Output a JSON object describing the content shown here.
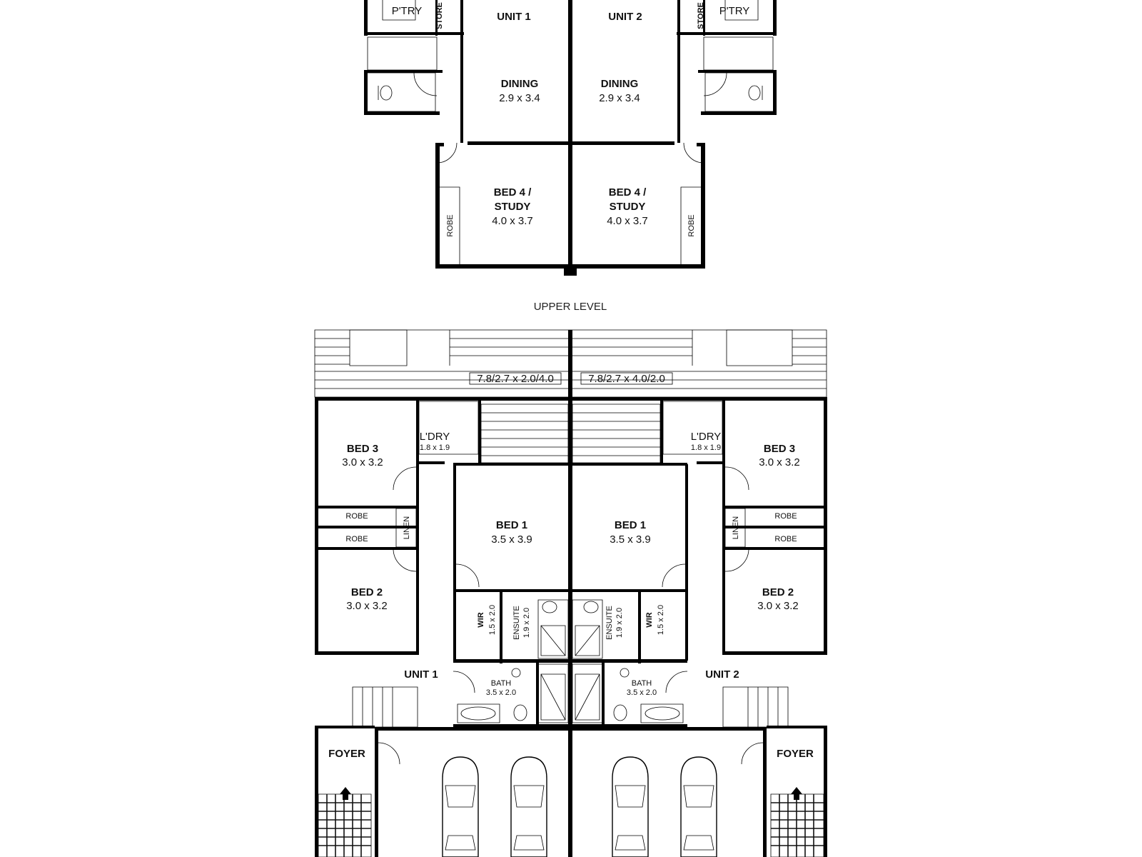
{
  "upper_level": {
    "level_label": "UPPER LEVEL",
    "unit1": {
      "unit_label": "UNIT 1",
      "pantry": "P'TRY",
      "store": "STORE",
      "dining": {
        "name": "DINING",
        "size": "2.9 x 3.4"
      },
      "bed4": {
        "name_line1": "BED 4 /",
        "name_line2": "STUDY",
        "size": "4.0 x 3.7"
      },
      "robe": "ROBE"
    },
    "unit2": {
      "unit_label": "UNIT 2",
      "pantry": "P'TRY",
      "store": "STORE",
      "dining": {
        "name": "DINING",
        "size": "2.9 x 3.4"
      },
      "bed4": {
        "name_line1": "BED 4 /",
        "name_line2": "STUDY",
        "size": "4.0 x 3.7"
      },
      "robe": "ROBE"
    }
  },
  "lower_level": {
    "unit1": {
      "unit_label": "UNIT 1",
      "deck_dims": "7.8/2.7 x  2.0/4.0",
      "laundry": {
        "name": "L'DRY",
        "size": "1.8 x 1.9"
      },
      "bed3": {
        "name": "BED 3",
        "size": "3.0 x 3.2"
      },
      "robe_a": "ROBE",
      "robe_b": "ROBE",
      "linen": "LINEN",
      "bed2": {
        "name": "BED 2",
        "size": "3.0 x 3.2"
      },
      "bed1": {
        "name": "BED 1",
        "size": "3.5 x 3.9"
      },
      "wir": {
        "name": "WIR",
        "size": "1.5 x 2.0"
      },
      "ensuite": {
        "name": "ENSUITE",
        "size": "1.9 x 2.0"
      },
      "bath": {
        "name": "BATH",
        "size": "3.5 x 2.0"
      },
      "foyer": "FOYER"
    },
    "unit2": {
      "unit_label": "UNIT 2",
      "deck_dims": "7.8/2.7 x 4.0/2.0",
      "laundry": {
        "name": "L'DRY",
        "size": "1.8 x 1.9"
      },
      "bed3": {
        "name": "BED 3",
        "size": "3.0 x 3.2"
      },
      "robe_a": "ROBE",
      "robe_b": "ROBE",
      "linen": "LINEN",
      "bed2": {
        "name": "BED 2",
        "size": "3.0 x 3.2"
      },
      "bed1": {
        "name": "BED 1",
        "size": "3.5 x 3.9"
      },
      "wir": {
        "name": "WIR",
        "size": "1.5 x 2.0"
      },
      "ensuite": {
        "name": "ENSUITE",
        "size": "1.9 x 2.0"
      },
      "bath": {
        "name": "BATH",
        "size": "3.5 x 2.0"
      },
      "foyer": "FOYER"
    }
  }
}
